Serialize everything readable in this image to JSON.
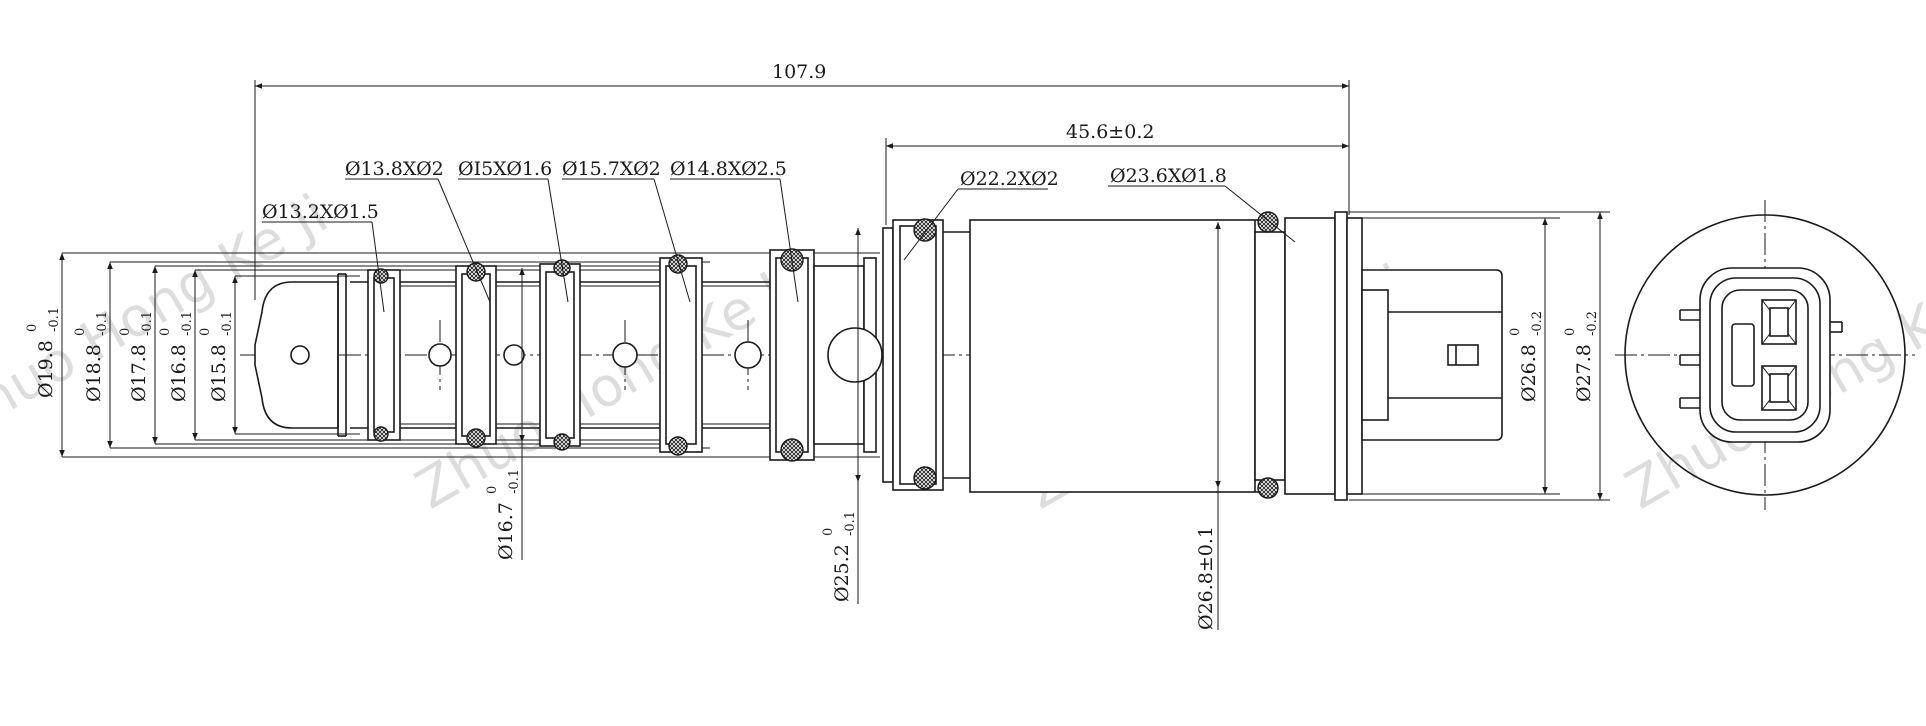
{
  "watermark": "Zhuo Hong Ke Ji",
  "dimensions": {
    "overall_length": "107.9",
    "solenoid_length": "45.6±0.2",
    "oring_13_2": "Ø13.2XØ1.5",
    "oring_13_8": "Ø13.8XØ2",
    "oring_15": "ØI5XØ1.6",
    "oring_15_7": "Ø15.7XØ2",
    "oring_14_8": "Ø14.8XØ2.5",
    "oring_22_2": "Ø22.2XØ2",
    "oring_23_6": "Ø23.6XØ1.8",
    "dia_19_8": "Ø19.8",
    "dia_18_8": "Ø18.8",
    "dia_17_8": "Ø17.8",
    "dia_16_8": "Ø16.8",
    "dia_15_8": "Ø15.8",
    "dia_16_7": "Ø16.7",
    "dia_25_2": "Ø25.2",
    "dia_26_8_a": "Ø26.8±0.1",
    "dia_26_8_b": "Ø26.8",
    "dia_27_8": "Ø27.8",
    "tol_upper": "0",
    "tol_lower_01": "-0.1",
    "tol_lower_02": "-0.2"
  }
}
